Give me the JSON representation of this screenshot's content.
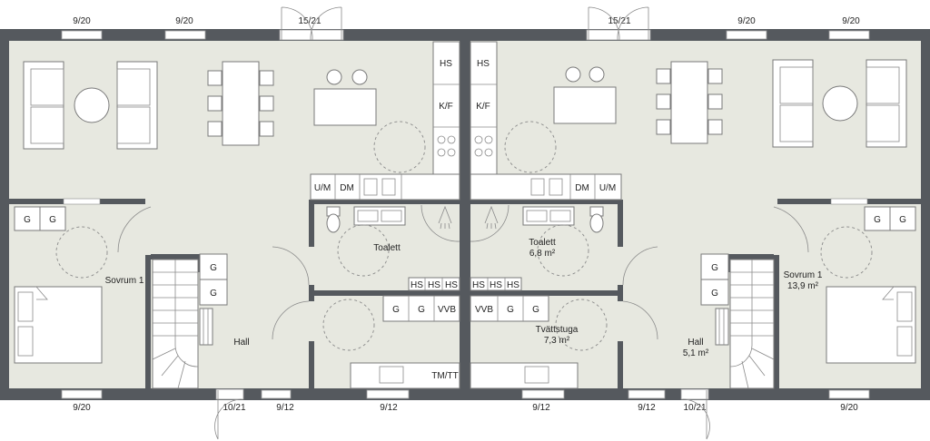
{
  "plan": {
    "rooms": {
      "sovrum_left": "Sovrum 1",
      "hall_left": "Hall",
      "toalett_left": "Toalett",
      "toalett_right": "Toalett",
      "toalett_right_area": "6,8 m²",
      "tvattstuga_right": "Tvättstuga",
      "tvattstuga_right_area": "7,3 m²",
      "hall_right": "Hall",
      "hall_right_area": "5,1 m²",
      "sovrum_right": "Sovrum 1",
      "sovrum_right_area": "13,9 m²"
    },
    "openings": {
      "top_l1": "9/20",
      "top_l2": "9/20",
      "top_ldoor": "15/21",
      "top_rdoor": "15/21",
      "top_r1": "9/20",
      "top_r2": "9/20",
      "bot_l1": "9/20",
      "bot_ldoor": "10/21",
      "bot_l2": "9/12",
      "bot_l3": "9/12",
      "bot_r1": "9/12",
      "bot_r2": "9/12",
      "bot_rdoor": "10/21",
      "bot_r3": "9/20"
    },
    "fixtures": {
      "hs": "HS",
      "kf": "K/F",
      "um": "U/M",
      "dm": "DM",
      "g": "G",
      "vvb": "VVB",
      "tmtt": "TM/TT"
    }
  }
}
